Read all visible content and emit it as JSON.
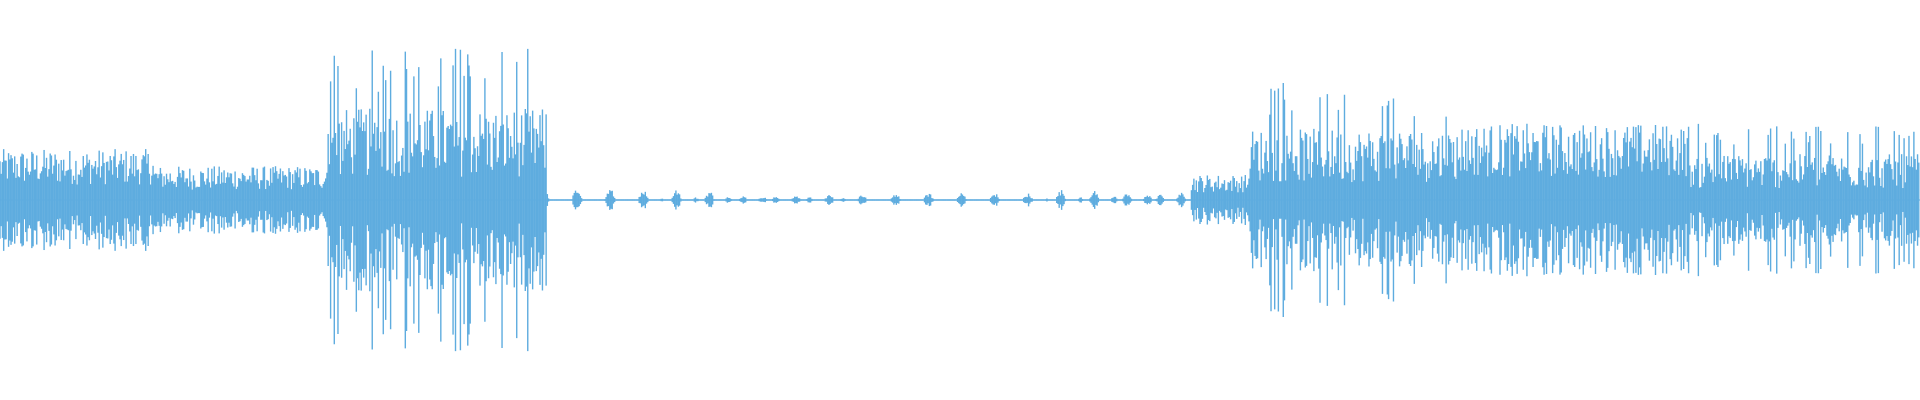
{
  "waveform": {
    "color": "#5eacdf",
    "background": "#ffffff",
    "sample_count": 1568,
    "segments": [
      {
        "start": 0.0,
        "end": 0.08,
        "level": 0.3,
        "type": "dense"
      },
      {
        "start": 0.08,
        "end": 0.17,
        "level": 0.2,
        "type": "dense"
      },
      {
        "start": 0.17,
        "end": 0.285,
        "level": 0.9,
        "type": "burst"
      },
      {
        "start": 0.285,
        "end": 0.38,
        "level": 0.05,
        "type": "sparse"
      },
      {
        "start": 0.38,
        "end": 0.54,
        "level": 0.03,
        "type": "sparse"
      },
      {
        "start": 0.54,
        "end": 0.62,
        "level": 0.05,
        "type": "sparse"
      },
      {
        "start": 0.62,
        "end": 0.65,
        "level": 0.15,
        "type": "dense"
      },
      {
        "start": 0.65,
        "end": 0.76,
        "level": 0.7,
        "type": "burst"
      },
      {
        "start": 0.76,
        "end": 0.88,
        "level": 0.45,
        "type": "dense"
      },
      {
        "start": 0.88,
        "end": 1.0,
        "level": 0.45,
        "type": "burst"
      }
    ]
  }
}
